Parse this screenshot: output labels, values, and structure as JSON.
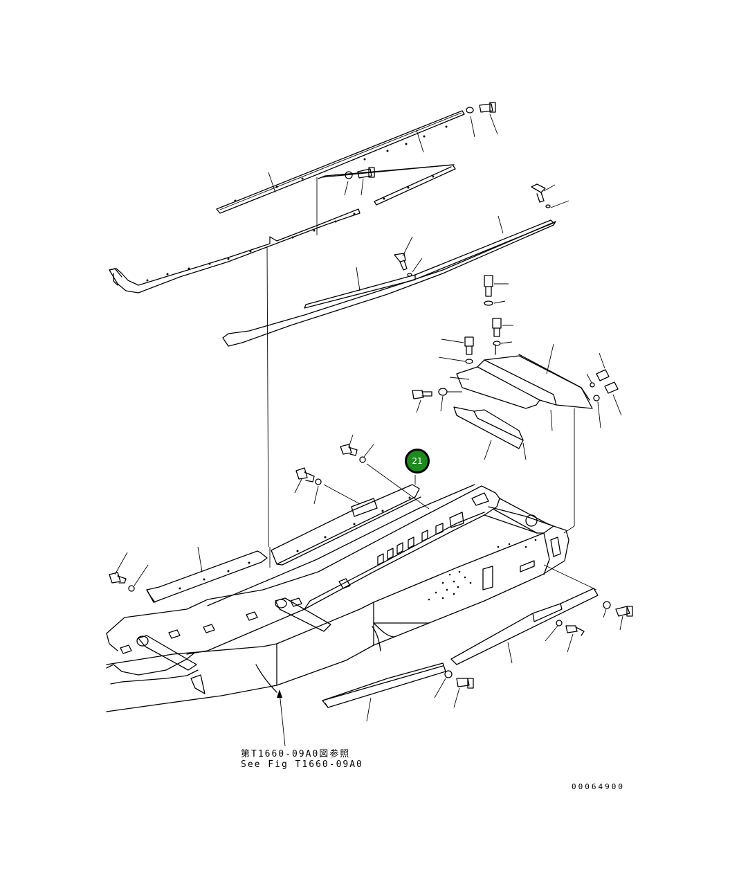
{
  "callout": {
    "number": "21",
    "color": "#1f8a1f"
  },
  "reference": {
    "line_jp": "第T1660-09A0図参照",
    "line_en": "See Fig T1660-09A0"
  },
  "drawing_number": "00064900"
}
